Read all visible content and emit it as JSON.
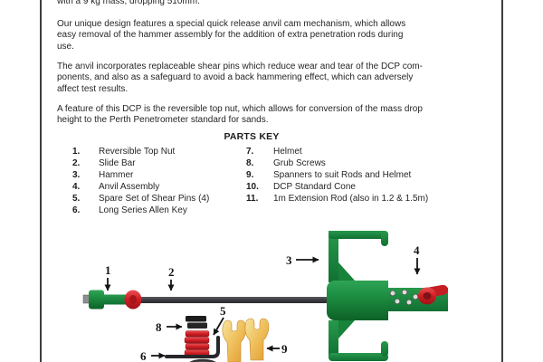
{
  "doc": {
    "top_partial_line": "with a 9 kg mass, dropping 510mm.",
    "para1": {
      "lines": [
        "Our unique design features a special quick release anvil cam mechanism, which allows",
        "easy removal of the hammer assembly for the addition of extra penetration rods during",
        "use."
      ]
    },
    "para2": {
      "lines": [
        "The anvil incorporates replaceable shear pins which reduce wear and tear of the DCP com-",
        "ponents, and also as a safeguard to avoid a back hammering effect, which can adversely",
        "affect test results."
      ]
    },
    "para3": {
      "lines": [
        "A feature of this DCP is the reversible top nut, which allows for conversion of the mass drop",
        "height to the Perth Penetrometer standard for sands."
      ]
    }
  },
  "parts_key": {
    "heading": "PARTS KEY",
    "left": [
      {
        "num": "1.",
        "label": "Reversible Top Nut"
      },
      {
        "num": "2.",
        "label": "Slide Bar"
      },
      {
        "num": "3.",
        "label": "Hammer"
      },
      {
        "num": "4.",
        "label": "Anvil Assembly"
      },
      {
        "num": "5.",
        "label": "Spare Set of Shear Pins (4)"
      },
      {
        "num": "6.",
        "label": "Long Series Allen Key"
      }
    ],
    "right": [
      {
        "num": "7.",
        "label": "Helmet"
      },
      {
        "num": "8.",
        "label": "Grub Screws"
      },
      {
        "num": "9.",
        "label": "Spanners to suit Rods and Helmet"
      },
      {
        "num": "10.",
        "label": "DCP Standard Cone"
      },
      {
        "num": "11.",
        "label": "1m Extension Rod (also in 1.2 & 1.5m)"
      }
    ]
  },
  "diagram": {
    "callouts": {
      "c1": "1",
      "c2": "2",
      "c3": "3",
      "c4": "4",
      "c5": "5",
      "c6": "6",
      "c8": "8",
      "c9": "9"
    },
    "colors": {
      "green": "#1b8a3e",
      "red": "#cf1d24",
      "yellow": "#eebb55",
      "rod_gray": "#3a3a40",
      "border_gray": "#3d3d3d"
    }
  }
}
